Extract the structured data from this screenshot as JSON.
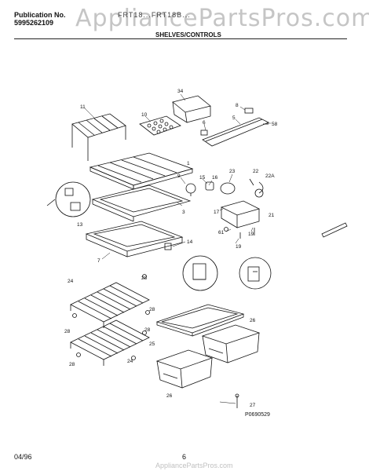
{
  "header": {
    "publication_label": "Publication No.",
    "publication_number": "5995262109",
    "model_text": "FRT18...FRT18B...",
    "watermark": "AppliancePartsPros.com",
    "section_title": "SHELVES/CONTROLS"
  },
  "footer": {
    "date": "04/96",
    "page_number": "6",
    "watermark": "AppliancePartsPros.com"
  },
  "figure_number": "P0690529",
  "part_labels": {
    "p34": "34",
    "p11": "11",
    "p10": "10",
    "p8": "8",
    "p6": "6",
    "p5": "5",
    "p58": "58",
    "p1": "1",
    "p9": "9",
    "p15": "15",
    "p16": "16",
    "p23": "23",
    "p22": "22",
    "p22a": "22A",
    "p13": "13",
    "p3": "3",
    "p17": "17",
    "p21": "21",
    "p61": "61",
    "p19a": "19",
    "p19b": "19",
    "p14": "14",
    "p7": "7",
    "p24a": "24",
    "p28a": "28",
    "p28b": "28",
    "p28c": "28",
    "p28d": "28",
    "p25": "25",
    "p26a": "26",
    "p28e": "28",
    "p24b": "24",
    "p26b": "26",
    "p27": "27"
  }
}
